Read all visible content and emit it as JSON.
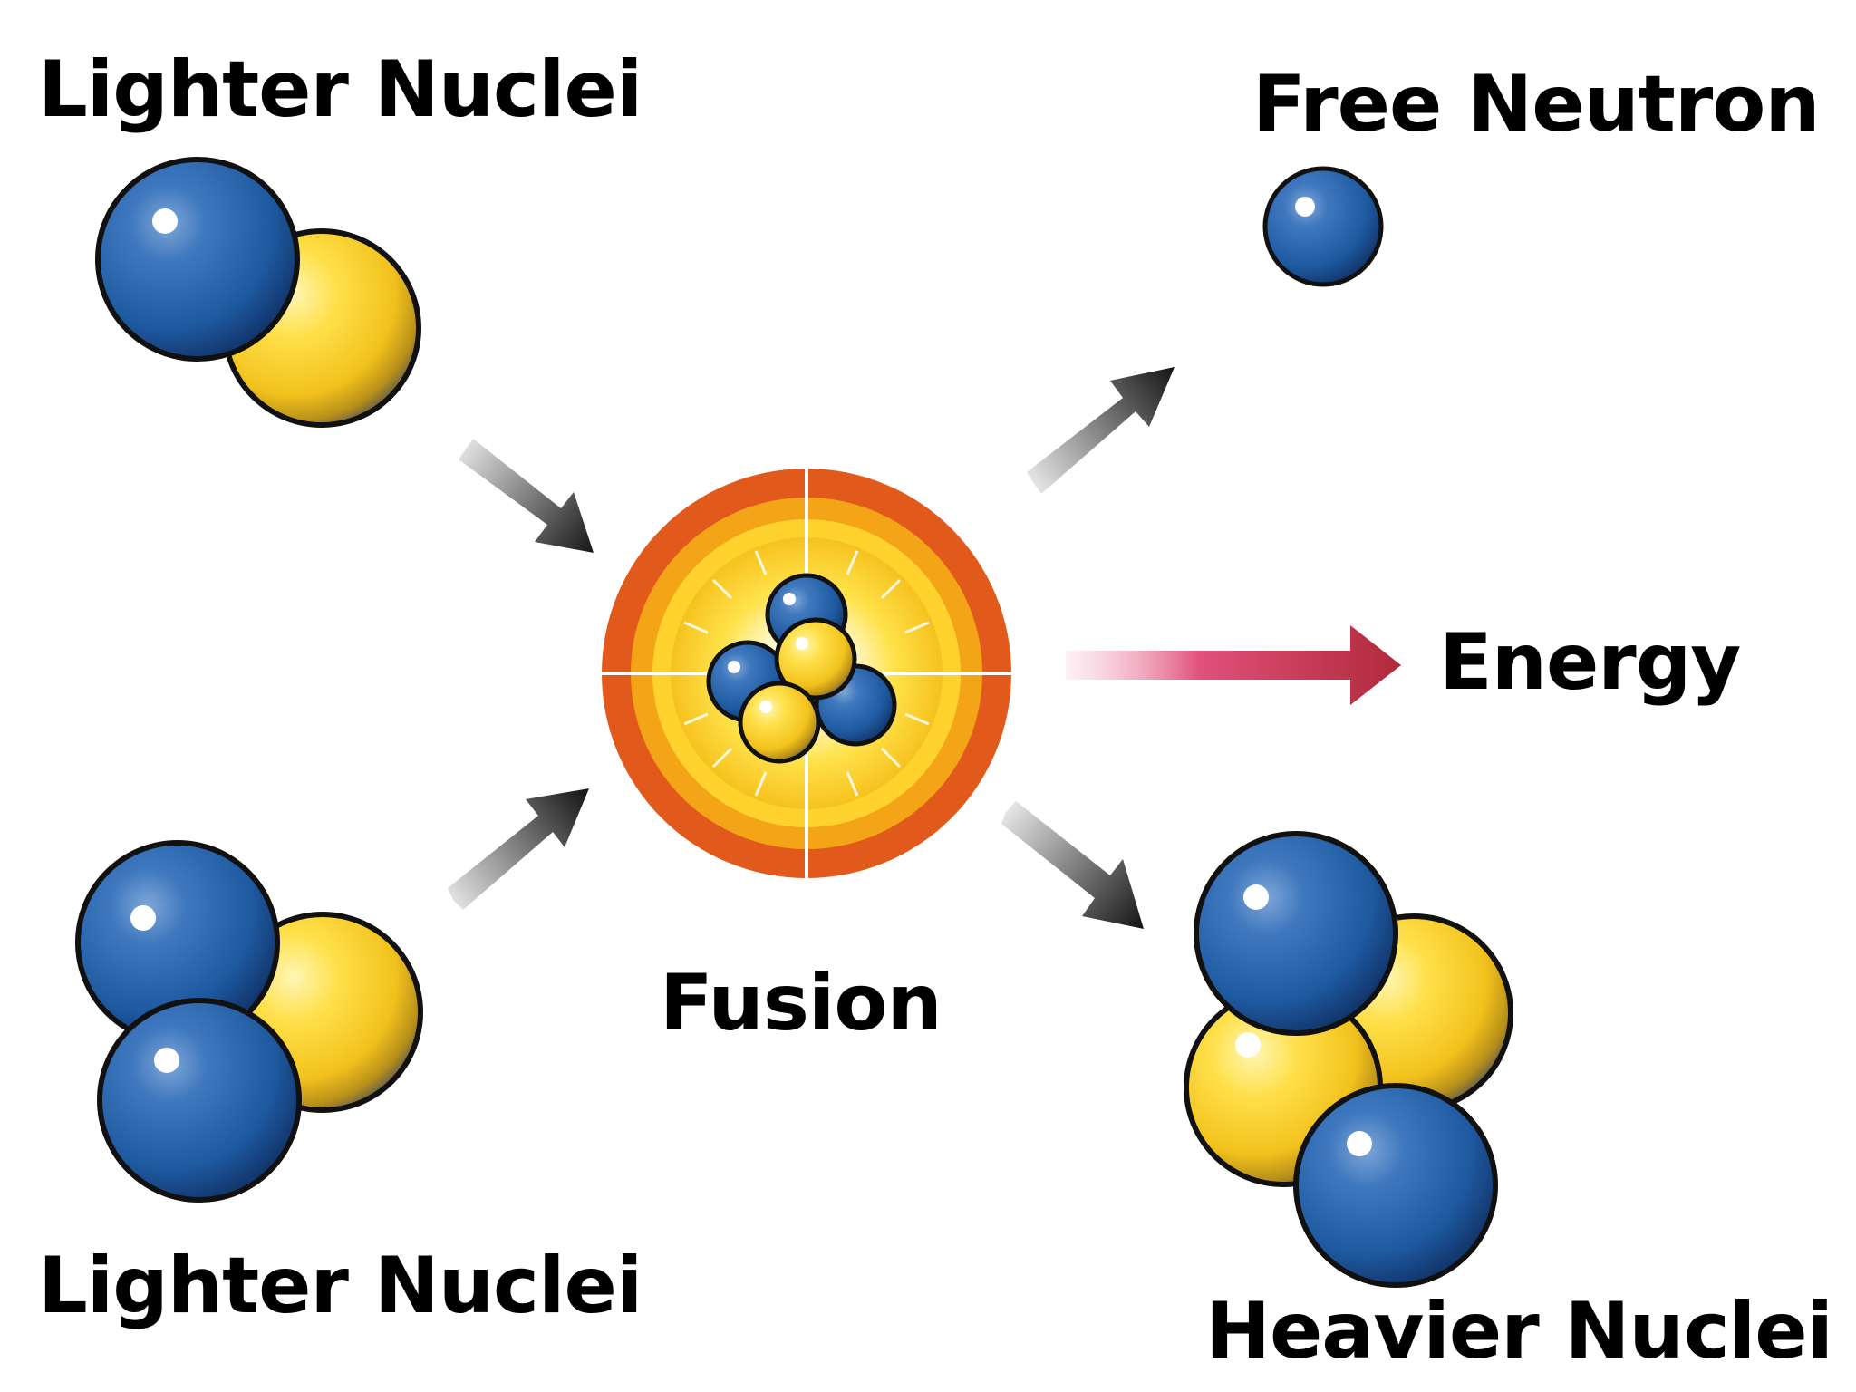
{
  "labels": {
    "top_left": "Lighter Nuclei",
    "free_neutron": "Free Neutron",
    "energy": "Energy",
    "fusion": "Fusion",
    "bottom_left": "Lighter Nuclei",
    "heavier": "Heavier Nuclei"
  },
  "colors": {
    "neutron_blue": "#1e5aa0",
    "proton_yellow": "#f2cc22",
    "outline": "#111111",
    "burst_outer": "#e25a1b",
    "burst_mid": "#f3a417",
    "burst_inner": "#ffe24a",
    "energy_arrow": "#c42a4a",
    "motion_arrow": "#111111"
  }
}
